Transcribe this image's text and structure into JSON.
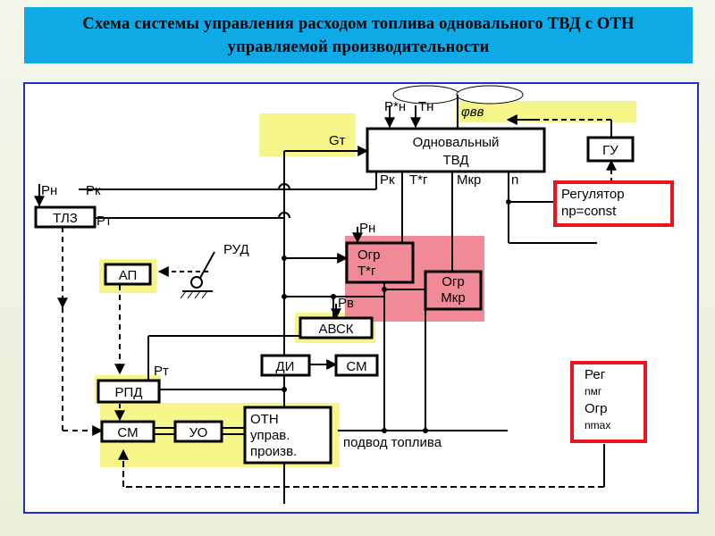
{
  "title": "Схема системы управления расходом топлива одновального ТВД с ОТН управляемой производительности",
  "blocks": {
    "tvd_line1": "Одновальный",
    "tvd_line2": "ТВД",
    "gu": "ГУ",
    "regulator_line1": "Регулятор",
    "regulator_line2": "nр=const",
    "tlz": "ТЛЗ",
    "ap": "АП",
    "ogr_tg_line1": "Огр",
    "ogr_tg_line2": "Т*г",
    "ogr_mkr_line1": "Огр",
    "ogr_mkr_line2": "Мкр",
    "avsk": "АВСК",
    "di": "ДИ",
    "sm_right": "СМ",
    "rpd": "РПД",
    "sm_left": "СМ",
    "uo": "УО",
    "otn_line1": "ОТН",
    "otn_line2": "управ.",
    "otn_line3": "произв.",
    "reg_line1": "Рег",
    "reg_line2": "nмг",
    "reg_line3": "Огр",
    "reg_line4": "nmax"
  },
  "labels": {
    "pn_star": "Р*н",
    "tn": "Тн",
    "phi_vv": "φвв",
    "gt": "Gт",
    "pk_tvd": "Рк",
    "tg_star": "Т*г",
    "mkr": "Мкр",
    "n": "n",
    "pn_left": "Рн",
    "pk_left": "Рк",
    "pt_tlz": "Рт",
    "rud": "РУД",
    "pn_ogr": "Рн",
    "pv": "Рв",
    "pt_rpd": "Рт",
    "fuel_supply": "подвод топлива"
  },
  "colors": {
    "title_bg": "#0fa9e6",
    "frame_border": "#1f2fc7",
    "highlight_yellow": "#f5f58a",
    "highlight_pink": "#f08a96",
    "red_outline": "#e8141e"
  }
}
